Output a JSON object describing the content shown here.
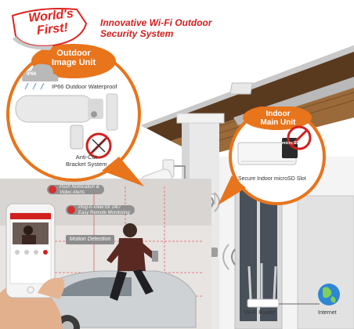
{
  "badge": {
    "line1": "World's",
    "line2": "First!"
  },
  "headline": {
    "line1": "Innovative Wi-Fi Outdoor",
    "line2": "Security System"
  },
  "outdoor_unit": {
    "title_line1": "Outdoor",
    "title_line2": "Image Unit",
    "ip_badge": "IP66",
    "waterproof_label": "IP66 Outdoor Waterproof",
    "bracket_label_line1": "Anti-Cut",
    "bracket_label_line2": "Bracket System"
  },
  "indoor_unit": {
    "title_line1": "Indoor",
    "title_line2": "Main Unit",
    "sd_card": "micro SD",
    "slot_label": "Secure Indoor microSD Slot"
  },
  "phone_features": {
    "push_line1": "Push Notification &",
    "push_line2": "Video Alerts",
    "plugin_line1": "Plug-n-View for 24/7",
    "plugin_line2": "Easy Remote Monitoring",
    "motion_label": "Motion Detection"
  },
  "network": {
    "router_label": "Wi-Fi Router",
    "internet_label": "Internet"
  },
  "colors": {
    "accent_orange": "#e8741c",
    "brand_red": "#d2201f",
    "roof_wood": "#8b5a2b"
  }
}
